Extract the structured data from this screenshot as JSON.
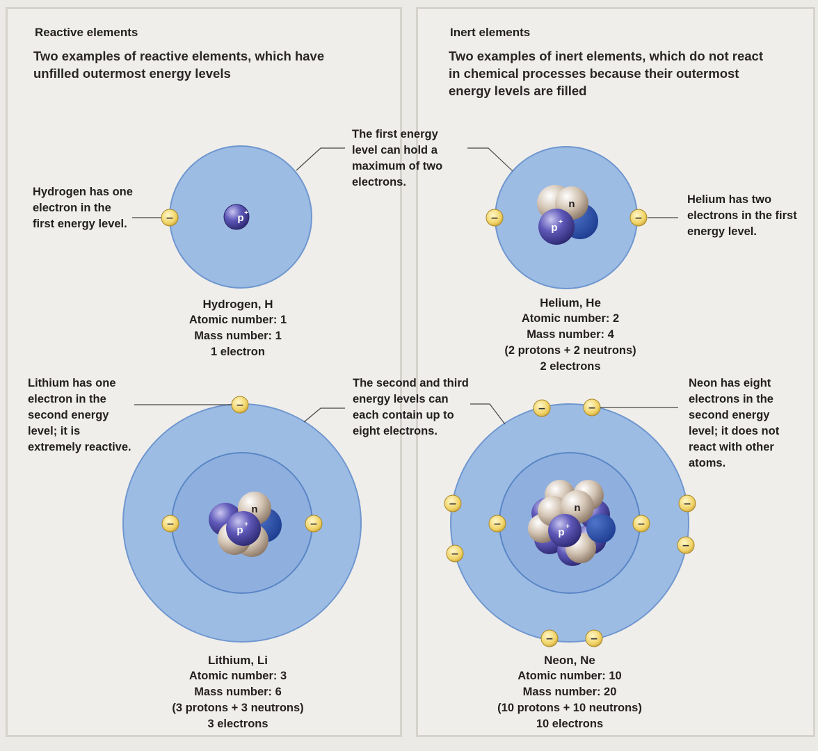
{
  "panels": {
    "reactive": {
      "heading": "Reactive elements",
      "subheading": "Two examples of reactive elements, which have unfilled outermost energy levels"
    },
    "inert": {
      "heading": "Inert elements",
      "subheading": "Two examples of inert elements, which do not react in chemical processes because their outermost energy levels are filled"
    }
  },
  "callouts": {
    "first_level": "The first energy level can hold a maximum of two electrons.",
    "hydrogen": "Hydrogen has one electron in the first energy level.",
    "helium": "Helium has two electrons in the first energy level.",
    "second_third": "The second and third energy levels can each contain up to eight electrons.",
    "lithium": "Lithium has one electron in the second energy level; it is extremely reactive.",
    "neon": "Neon has eight electrons in the second energy level; it does not react with other atoms."
  },
  "atoms": {
    "hydrogen": {
      "name": "Hydrogen, H",
      "atomic": "Atomic number: 1",
      "mass": "Mass number: 1",
      "electrons": "1 electron"
    },
    "helium": {
      "name": "Helium, He",
      "atomic": "Atomic number: 2",
      "mass": "Mass number: 4",
      "composition": "(2 protons + 2 neutrons)",
      "electrons": "2 electrons"
    },
    "lithium": {
      "name": "Lithium, Li",
      "atomic": "Atomic number: 3",
      "mass": "Mass number: 6",
      "composition": "(3 protons + 3 neutrons)",
      "electrons": "3 electrons"
    },
    "neon": {
      "name": "Neon, Ne",
      "atomic": "Atomic number: 10",
      "mass": "Mass number: 20",
      "composition": "(10 protons + 10 neutrons)",
      "electrons": "10 electrons"
    }
  },
  "symbols": {
    "proton": "p",
    "proton_charge": "+",
    "neutron": "n",
    "electron": "−"
  },
  "colors": {
    "shell_fill": "#9dbce4",
    "shell_stroke": "#5a86c5",
    "electron": "#f2d66b",
    "proton": "#4b46a6",
    "neutron": "#cbb9a6"
  }
}
